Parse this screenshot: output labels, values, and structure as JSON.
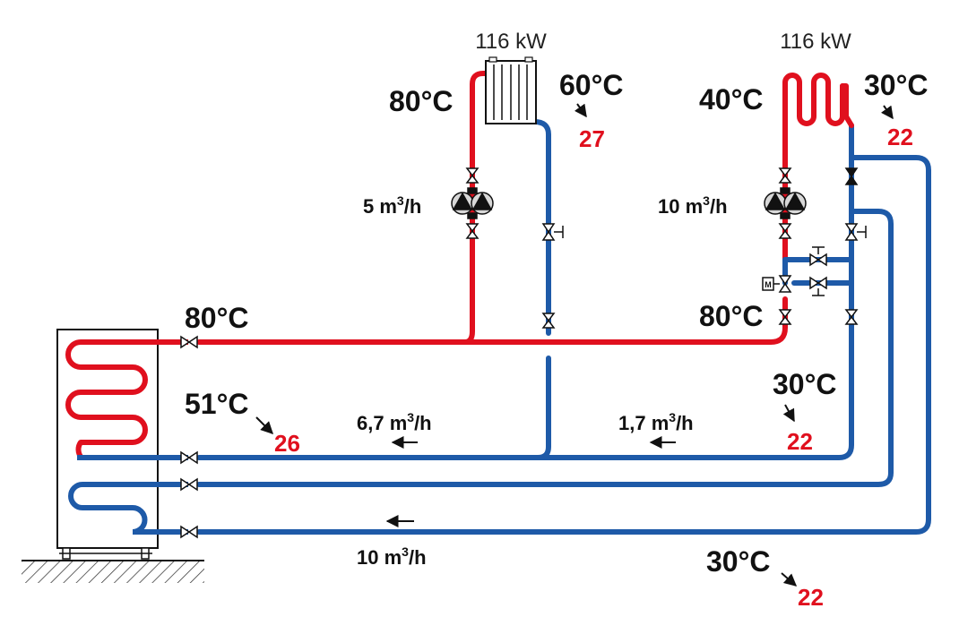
{
  "colors": {
    "hot": "#e0101e",
    "cold": "#1e5aa8",
    "code": "#e0101e",
    "outline": "#111111"
  },
  "labels": {
    "power_rad": "116 kW",
    "power_coil": "116 kW",
    "t_rad_in": "80°C",
    "t_rad_out": "60°C",
    "code_rad": "27",
    "flow_rad_num": "5 m",
    "flow_rad_unit": "/h",
    "t_coil_in": "40°C",
    "t_coil_out": "30°C",
    "code_coil": "22",
    "flow_coil_num": "10 m",
    "flow_coil_unit": "/h",
    "t_supply": "80°C",
    "t_mix_supply": "80°C",
    "t_return_top": "51°C",
    "code_return_top": "26",
    "flow_return_top_num": "6,7 m",
    "flow_return_top_unit": "/h",
    "flow_bypass_num": "1,7 m",
    "flow_bypass_unit": "/h",
    "t_return_mid": "30°C",
    "code_return_mid": "22",
    "flow_bottom_num": "10 m",
    "flow_bottom_unit": "/h",
    "t_return_bottom": "30°C",
    "code_return_bottom": "22",
    "sup3": "3",
    "motor_m": "M"
  },
  "icons": {
    "pump": "twin-pump-icon",
    "valve": "gate-valve-icon",
    "radiator": "radiator-icon",
    "coil": "heating-coil-icon",
    "storage": "buffer-tank-icon",
    "arrow": "flow-arrow-icon"
  }
}
